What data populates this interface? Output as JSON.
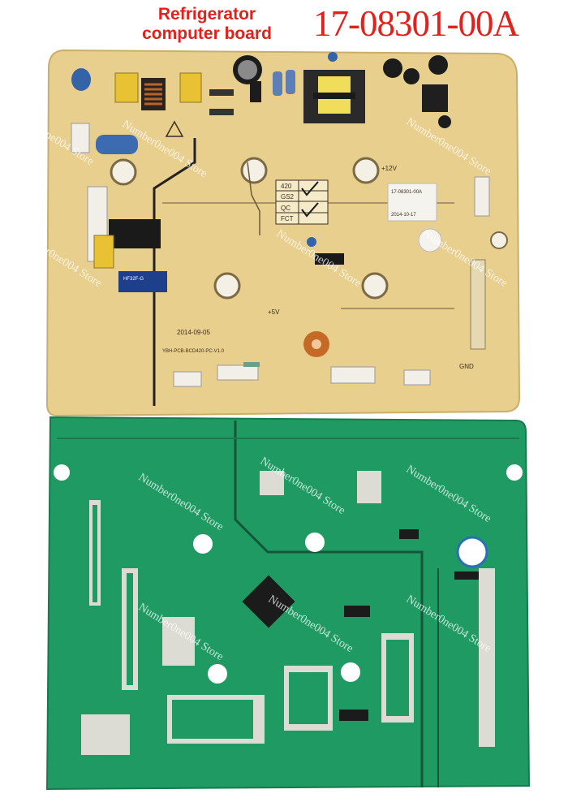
{
  "header": {
    "label_line1": "Refrigerator",
    "label_line2": "computer board",
    "part_number": "17-08301-00A"
  },
  "watermark": "Number0ne004 Store",
  "board_marks": {
    "date": "2014-09-05",
    "pcb_code": "YBH-PCB-BCD420-PC-V1.0",
    "relay": "HF32F-G",
    "table": [
      "420",
      "GS2",
      "QC",
      "FCT"
    ],
    "sticker_line1": "17-08301-00A",
    "sticker_line2": "2014-10-17",
    "gnd": "GND",
    "v5": "+5V",
    "v12": "+12V"
  },
  "colors": {
    "pcb_top": "#e9cf8e",
    "pcb_bottom": "#1f9a63",
    "label_red": "#e4201b"
  }
}
